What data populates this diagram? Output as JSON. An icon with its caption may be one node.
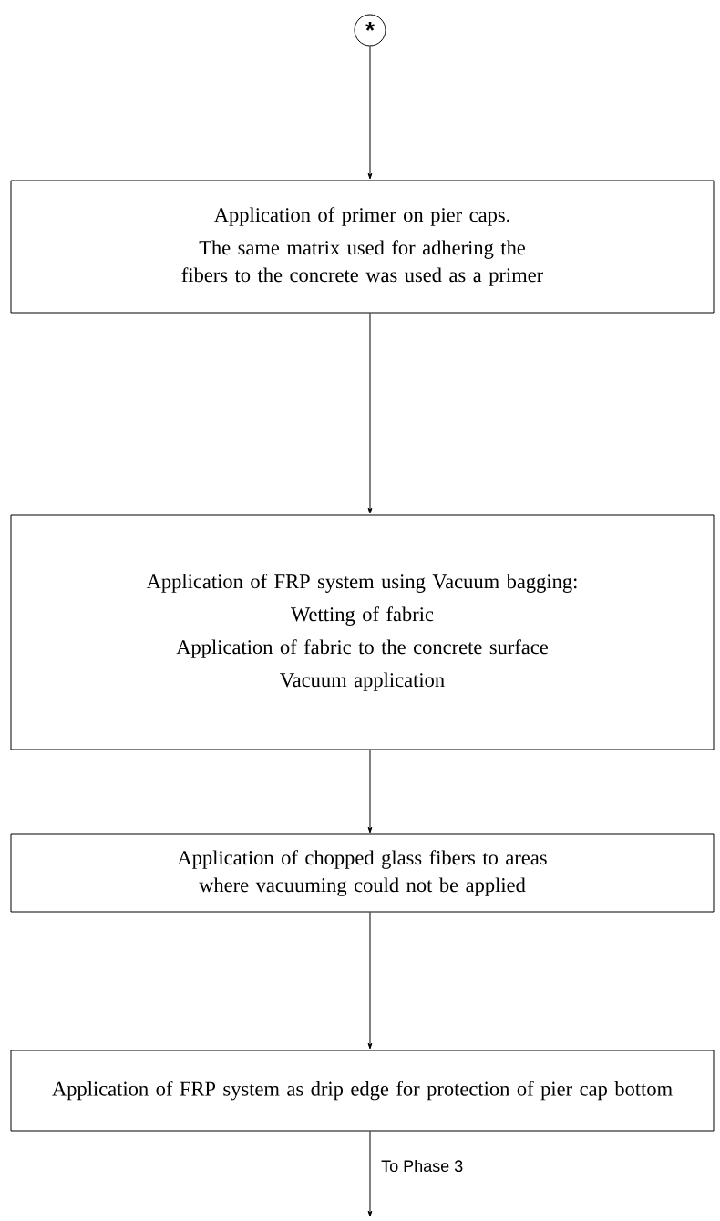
{
  "diagram": {
    "nodes": [
      {
        "text": [
          "*"
        ]
      },
      {
        "text": [
          "Application of primer on pier caps.",
          "The same matrix used for adhering the fibers to the concrete was used as a primer"
        ]
      },
      {
        "text": [
          "Application of FRP system using Vacuum bagging:",
          "Wetting of fabric",
          "Application of fabric to the concrete surface",
          "Vacuum application"
        ]
      },
      {
        "text": [
          "Application of chopped glass fibers to areas where vacuuming could not be applied"
        ]
      },
      {
        "text": [
          "Application of FRP system as drip edge for protection of pier cap bottom"
        ]
      }
    ],
    "edges": [
      {
        "from": 0,
        "to": 1,
        "arrow": "to"
      },
      {
        "from": 1,
        "to": 2,
        "arrow": "to"
      },
      {
        "from": 2,
        "to": 3,
        "arrow": "to"
      },
      {
        "from": 3,
        "to": 4,
        "arrow": "to"
      },
      {
        "from": 4,
        "to": null,
        "arrow": "to",
        "label": "To Phase 3"
      }
    ]
  }
}
